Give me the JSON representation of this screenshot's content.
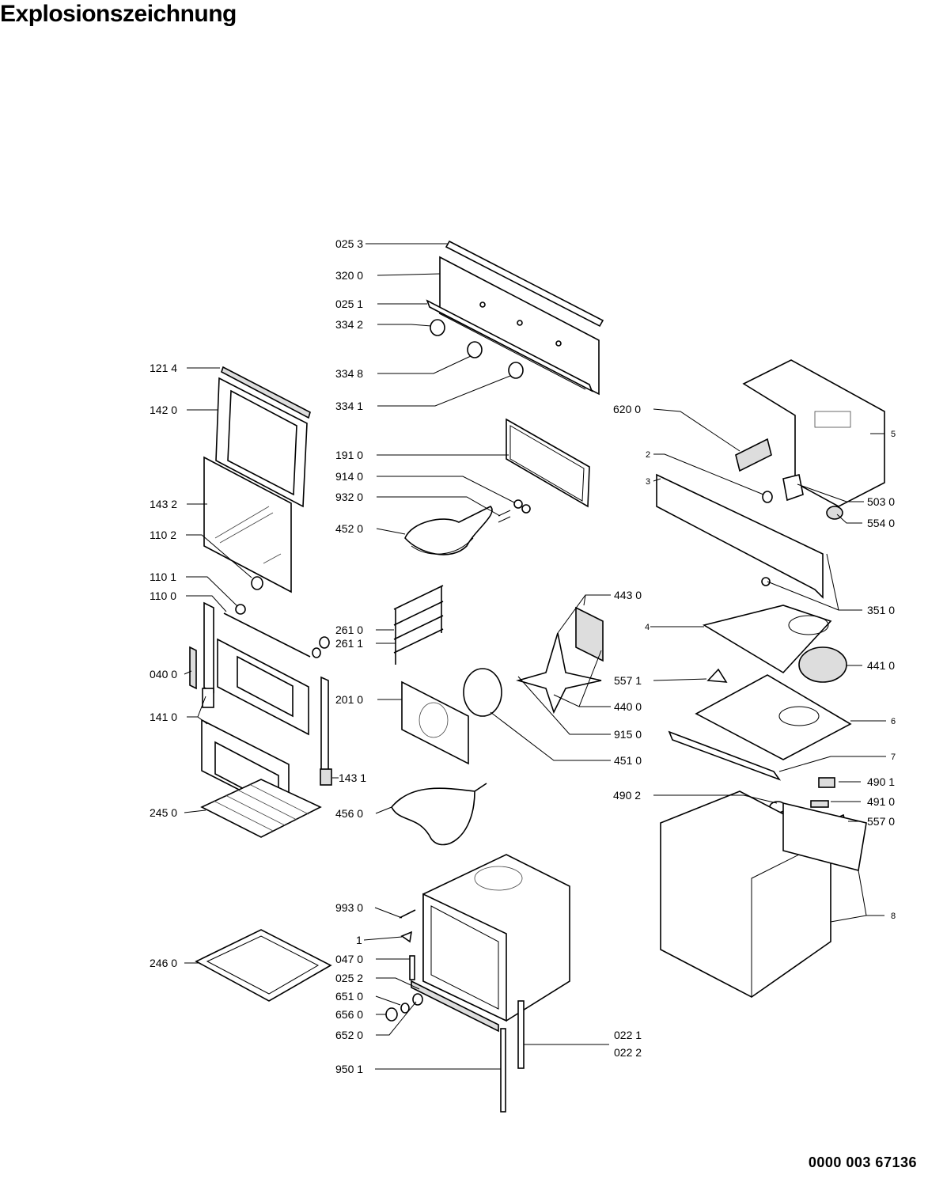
{
  "title": "Explosionszeichnung",
  "document_number": "0000 003 67136",
  "part_labels": {
    "l0253": "025 3",
    "l3200": "320 0",
    "l0251": "025 1",
    "l3342": "334 2",
    "l3348": "334 8",
    "l3341": "334 1",
    "l1214": "121 4",
    "l1420": "142 0",
    "l1910": "191 0",
    "l9140": "914 0",
    "l9320": "932 0",
    "l1432": "143 2",
    "l4520": "452 0",
    "l1102": "110 2",
    "l1101": "110 1",
    "l1100": "110 0",
    "l2610": "261 0",
    "l2611": "261 1",
    "l0400": "040 0",
    "l2010": "201 0",
    "l1410": "141 0",
    "l1431": "143 1",
    "l4560": "456 0",
    "l2450": "245 0",
    "l9930": "993 0",
    "l1": "1",
    "l0470": "047 0",
    "l2460": "246 0",
    "l0252": "025 2",
    "l6510": "651 0",
    "l6560": "656 0",
    "l6520": "652 0",
    "l9501": "950 1",
    "l0221": "022 1",
    "l0222": "022 2",
    "l6200": "620 0",
    "l5": "5",
    "l2": "2",
    "l3": "3",
    "l5030": "503 0",
    "l5540": "554 0",
    "l4430": "443 0",
    "l3510": "351 0",
    "l4": "4",
    "l4410": "441 0",
    "l5571": "557 1",
    "l4400": "440 0",
    "l6": "6",
    "l9150": "915 0",
    "l7": "7",
    "l4510": "451 0",
    "l4901": "490 1",
    "l4902": "490 2",
    "l4910": "491 0",
    "l5570": "557 0",
    "l8": "8"
  }
}
